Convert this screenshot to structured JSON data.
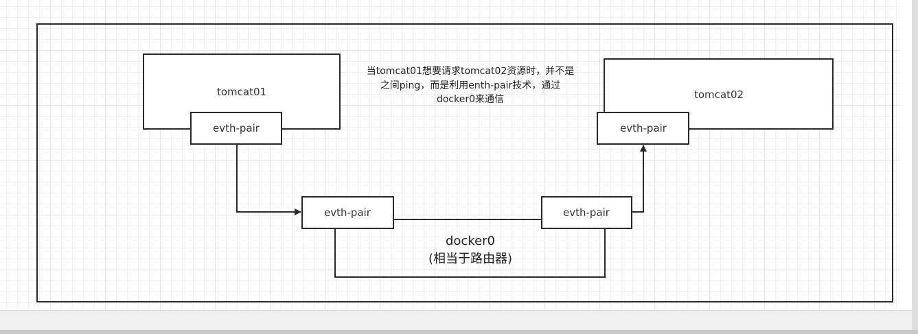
{
  "diagram": {
    "tomcat01": {
      "label": "tomcat01",
      "port_label": "evth-pair"
    },
    "tomcat02": {
      "label": "tomcat02",
      "port_label": "evth-pair"
    },
    "docker0": {
      "name": "docker0",
      "subtitle": "(相当于路由器)",
      "left_port_label": "evth-pair",
      "right_port_label": "evth-pair"
    },
    "note": {
      "line1": "当tomcat01想要请求tomcat02资源时，并不是",
      "line2": "之间ping，而是利用enth-pair技术，通过",
      "line3": "docker0来通信"
    }
  },
  "colors": {
    "stroke": "#2a2a2a",
    "grid_major": "#e3e3e3",
    "grid_minor": "#f1f1f1",
    "background": "#ffffff"
  }
}
